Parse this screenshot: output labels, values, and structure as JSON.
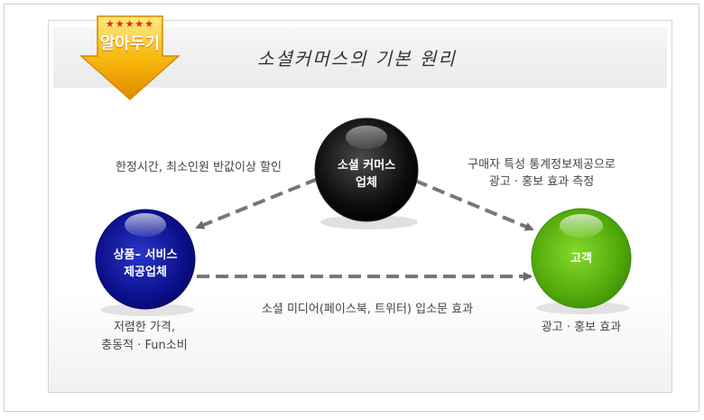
{
  "badge": {
    "stars": "★★★★★",
    "text": "알아두기"
  },
  "title": "소셜커머스의 기본 원리",
  "nodes": {
    "company": {
      "line1": "소셜 커머스",
      "line2": "업체",
      "color": "#1a1a1a"
    },
    "provider": {
      "line1": "상품– 서비스",
      "line2": "제공업체",
      "color": "#0b0f8a"
    },
    "customer": {
      "label": "고객",
      "color": "#5cb30e"
    }
  },
  "edges": {
    "company_to_provider": "한정시간, 최소인원 반값이상 할인",
    "company_to_customer": {
      "line1": "구매자 특성 통계정보제공으로",
      "line2": "광고 · 홍보 효과 측정"
    },
    "provider_to_customer": "소셜 미디어(페이스북, 트위터) 입소문 효과"
  },
  "notes": {
    "provider": {
      "line1": "저렴한 가격,",
      "line2": "충동적 · Fun소비"
    },
    "customer": "광고 · 홍보 효과"
  }
}
